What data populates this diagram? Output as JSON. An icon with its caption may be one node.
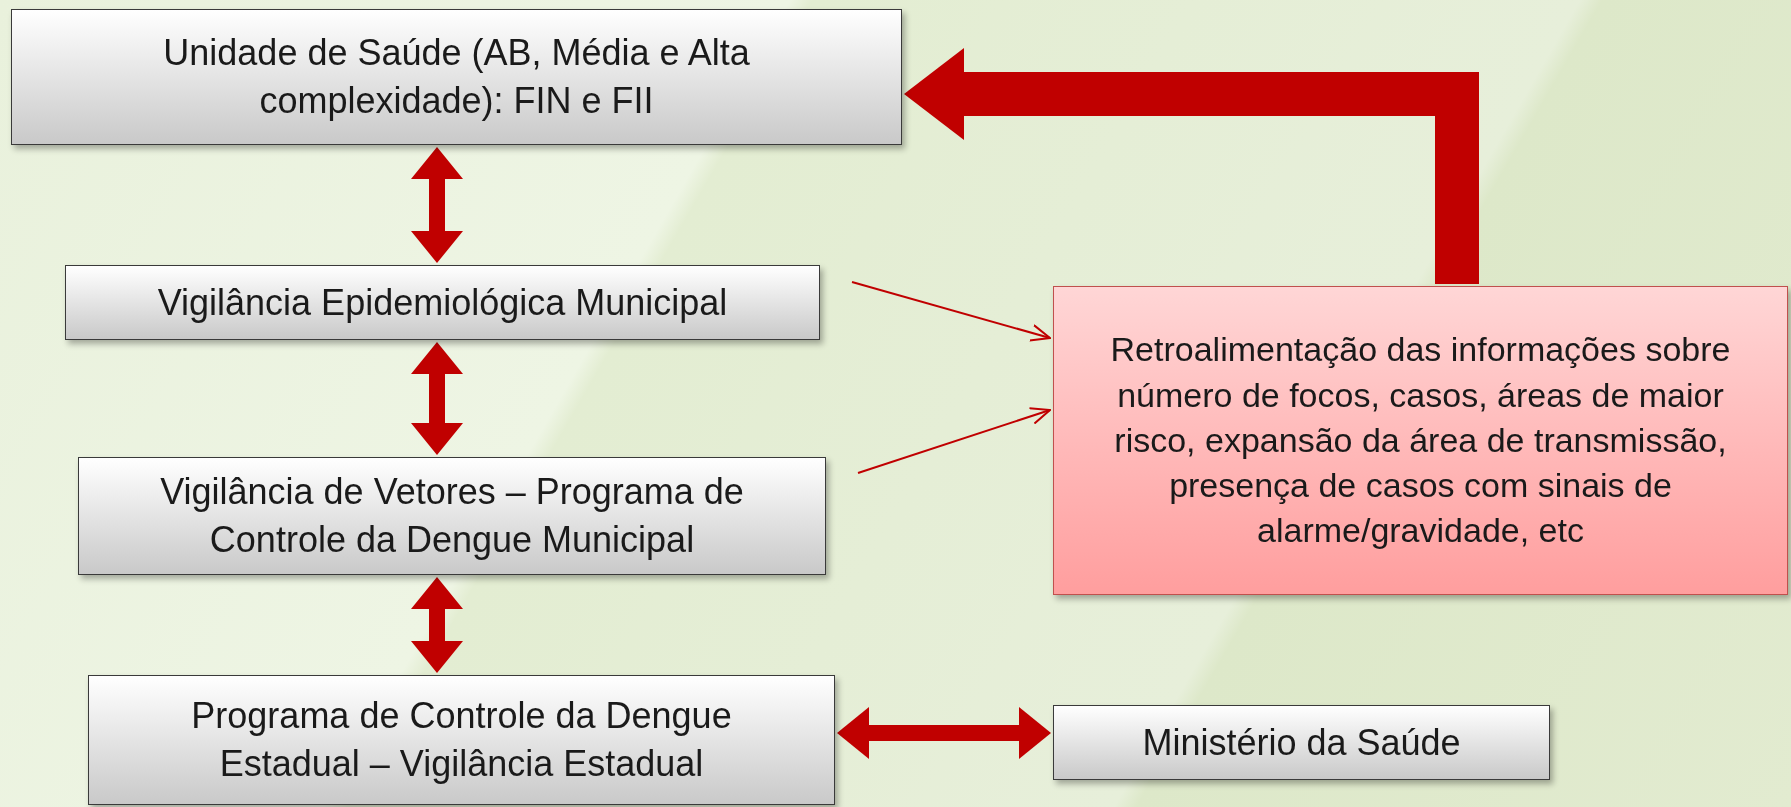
{
  "diagram": {
    "nodes": [
      {
        "text": [
          "Unidade de Saúde (AB, Média e Alta complexidade): FIN e FII"
        ]
      },
      {
        "text": [
          "Vigilância Epidemiológica Municipal"
        ]
      },
      {
        "text": [
          "Vigilância de Vetores – Programa de Controle da Dengue Municipal"
        ]
      },
      {
        "text": [
          "Programa de Controle da Dengue Estadual – Vigilância Estadual"
        ]
      },
      {
        "text": [
          "Retroalimentação das informações sobre número de focos, casos, áreas de maior risco, expansão da área de transmissão, presença de casos com sinais de alarme/gravidade, etc"
        ]
      },
      {
        "text": [
          "Ministério da Saúde"
        ]
      }
    ],
    "edges": [
      {
        "from": 0,
        "to": 1,
        "arrow": "both"
      },
      {
        "from": 1,
        "to": 2,
        "arrow": "both"
      },
      {
        "from": 2,
        "to": 3,
        "arrow": "both"
      },
      {
        "from": 3,
        "to": 5,
        "arrow": "both"
      },
      {
        "from": 1,
        "to": 4,
        "arrow": "to"
      },
      {
        "from": 2,
        "to": 4,
        "arrow": "to"
      },
      {
        "from": 4,
        "to": 0,
        "arrow": "to",
        "style": "thick"
      }
    ]
  }
}
